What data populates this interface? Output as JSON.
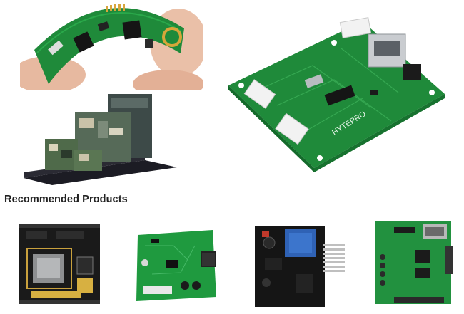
{
  "hero": {
    "images": [
      {
        "name": "flexible-pcb-photo",
        "board_label": ""
      },
      {
        "name": "pcb-rack-photo"
      },
      {
        "name": "green-pcb-board-photo",
        "silkscreen": "HYTEPRO"
      }
    ]
  },
  "recommended": {
    "heading": "Recommended Products",
    "products": [
      {
        "name": "black-soc-board"
      },
      {
        "name": "green-control-board"
      },
      {
        "name": "power-supply-board"
      },
      {
        "name": "green-mainboard"
      }
    ]
  },
  "colors": {
    "pcb_green": "#1f8a3a",
    "pcb_dark": "#1a1a1a",
    "heading_text": "#222222",
    "background": "#ffffff"
  }
}
